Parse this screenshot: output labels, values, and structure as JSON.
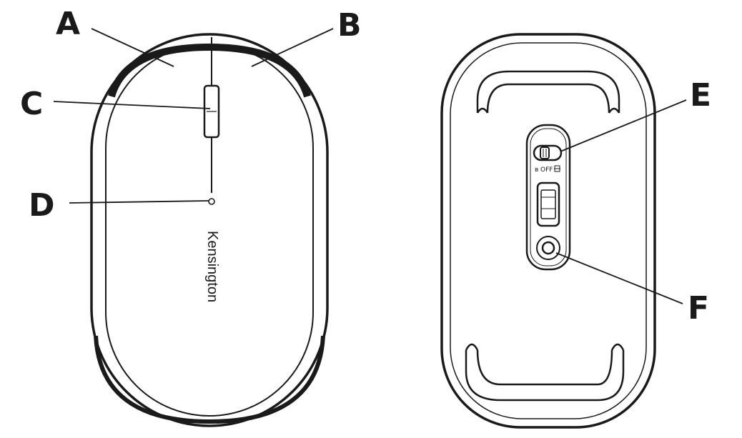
{
  "callouts": {
    "a": "A",
    "b": "B",
    "c": "C",
    "d": "D",
    "e": "E",
    "f": "F"
  },
  "mouse_top": {
    "brand": "Kensington"
  },
  "mouse_bottom": {
    "switch_off_label": "OFF"
  },
  "icons": [
    "bluetooth-icon",
    "usb-receiver-icon"
  ]
}
